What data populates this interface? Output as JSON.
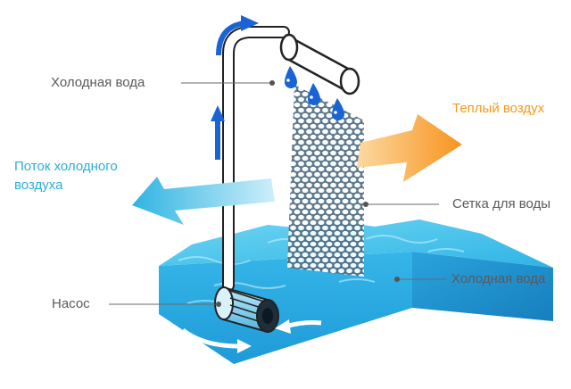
{
  "labels": {
    "cold_water_top": "Холодная вода",
    "warm_air": "Теплый воздух",
    "cold_air_flow": "Поток холодного воздуха",
    "water_mesh": "Сетка для воды",
    "cold_water_bottom": "Холодная вода",
    "pump": "Насос"
  },
  "colors": {
    "warm_air": "#f29a1c",
    "cold_air": "#2bb0d8",
    "label_text": "#5a5a5a",
    "flow_arrow": "#1a63d6",
    "water_drop": "#1a63d6",
    "water_top": "#4ec9ec",
    "water_front": "#2aa8dd",
    "water_side": "#1c8cc6",
    "pipe_stroke": "#222222"
  },
  "icons": [
    "water-drop-icon",
    "flow-up-arrow-icon",
    "flow-curved-arrow-icon",
    "warm-air-arrow-icon",
    "cold-air-arrow-icon",
    "pump-icon"
  ]
}
